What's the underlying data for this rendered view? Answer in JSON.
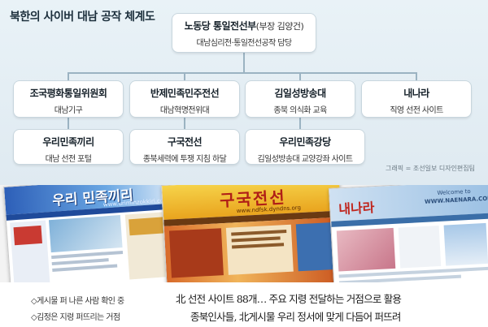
{
  "title": "북한의 사이버 대남 공작 체계도",
  "top_box": {
    "name": "노동당 통일전선부",
    "note": "(부장 김양건)",
    "desc": "대남심리전·통일전선공작 담당"
  },
  "row1": [
    {
      "name": "조국평화통일위원회",
      "desc": "대남기구"
    },
    {
      "name": "반제민족민주전선",
      "desc": "대남혁명전위대"
    },
    {
      "name": "김일성방송대",
      "desc": "종북 의식화 교육"
    },
    {
      "name": "내나라",
      "desc": "직영 선전 사이트"
    }
  ],
  "row2": [
    {
      "name": "우리민족끼리",
      "desc": "대남 선전 포털"
    },
    {
      "name": "구국전선",
      "desc": "종북세력에 투쟁 지침 하달"
    },
    {
      "name": "우리민족강당",
      "desc": "김일성방송대 교양강좌 사이트"
    }
  ],
  "credit": "그래픽 = 조선일보 디자인편집팀",
  "screenshots": [
    {
      "logo": "우리 민족끼리",
      "url": "www.uriminzokkiri.com"
    },
    {
      "logo": "구국전선",
      "url": "www.ndfsk.dyndns.org"
    },
    {
      "logo": "내나라",
      "url": "WWW.NAENARA.COM",
      "welcome": "Welcome to"
    }
  ],
  "captions": {
    "bullets": [
      "◇게시물 퍼 나른 사람 확인 중",
      "◇김정은 지령 퍼뜨리는 거점"
    ],
    "headline1": "北 선전 사이트 88개… 주요 지령 전달하는 거점으로 활용",
    "headline2": "종북인사들, 北게시물 우리 정서에 맞게 다듬어 퍼뜨려"
  },
  "colors": {
    "chart_bg": "#e4eef4",
    "connector": "#9bb3c2",
    "box_border": "#c8d6de"
  }
}
